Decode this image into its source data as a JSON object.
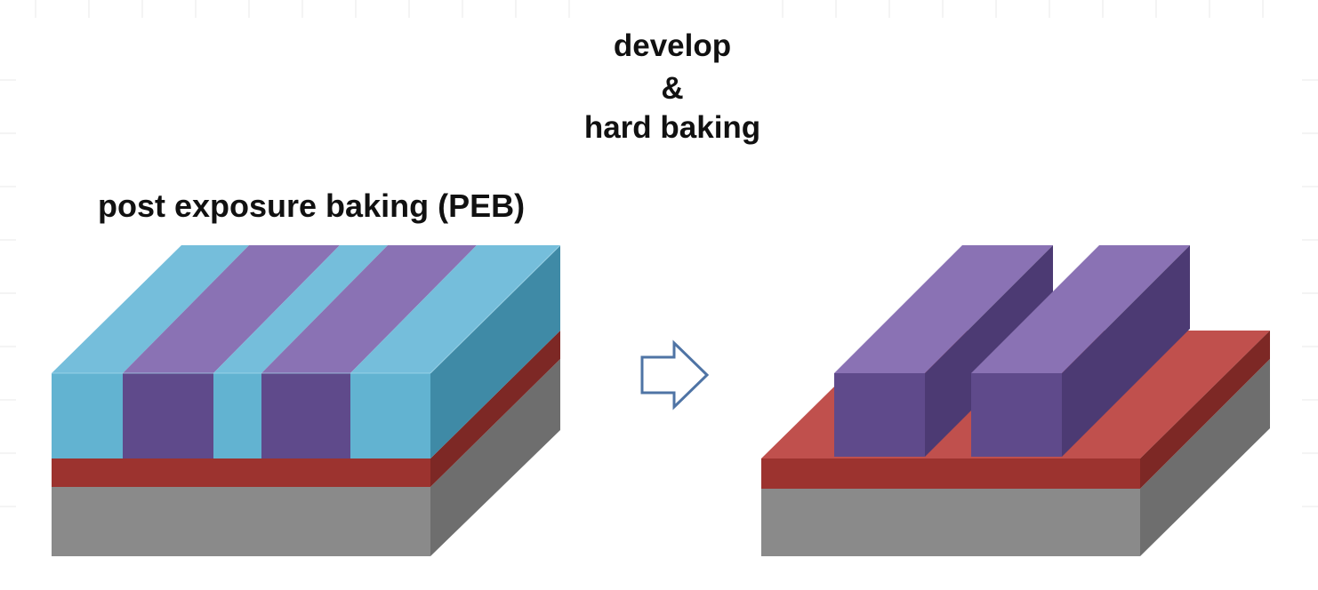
{
  "title": {
    "line1": "develop",
    "line2": "&",
    "line3": "hard baking"
  },
  "left_label": "post exposure baking (PEB)",
  "colors": {
    "substrate_front": "#8a8a8a",
    "substrate_top": "#a6a6a6",
    "substrate_side": "#6e6e6e",
    "oxide_front": "#9c332f",
    "oxide_top": "#c0504d",
    "oxide_side": "#7d2825",
    "resist_front": "#5f4a8b",
    "resist_top": "#8a72b4",
    "resist_side": "#4c3a73",
    "unexposed_front": "#62b3d1",
    "unexposed_top": "#75bedb",
    "unexposed_side": "#3f8aa6",
    "arrow": "#4f74a5"
  },
  "icons": {
    "process_arrow": "right-arrow-outline-icon"
  }
}
